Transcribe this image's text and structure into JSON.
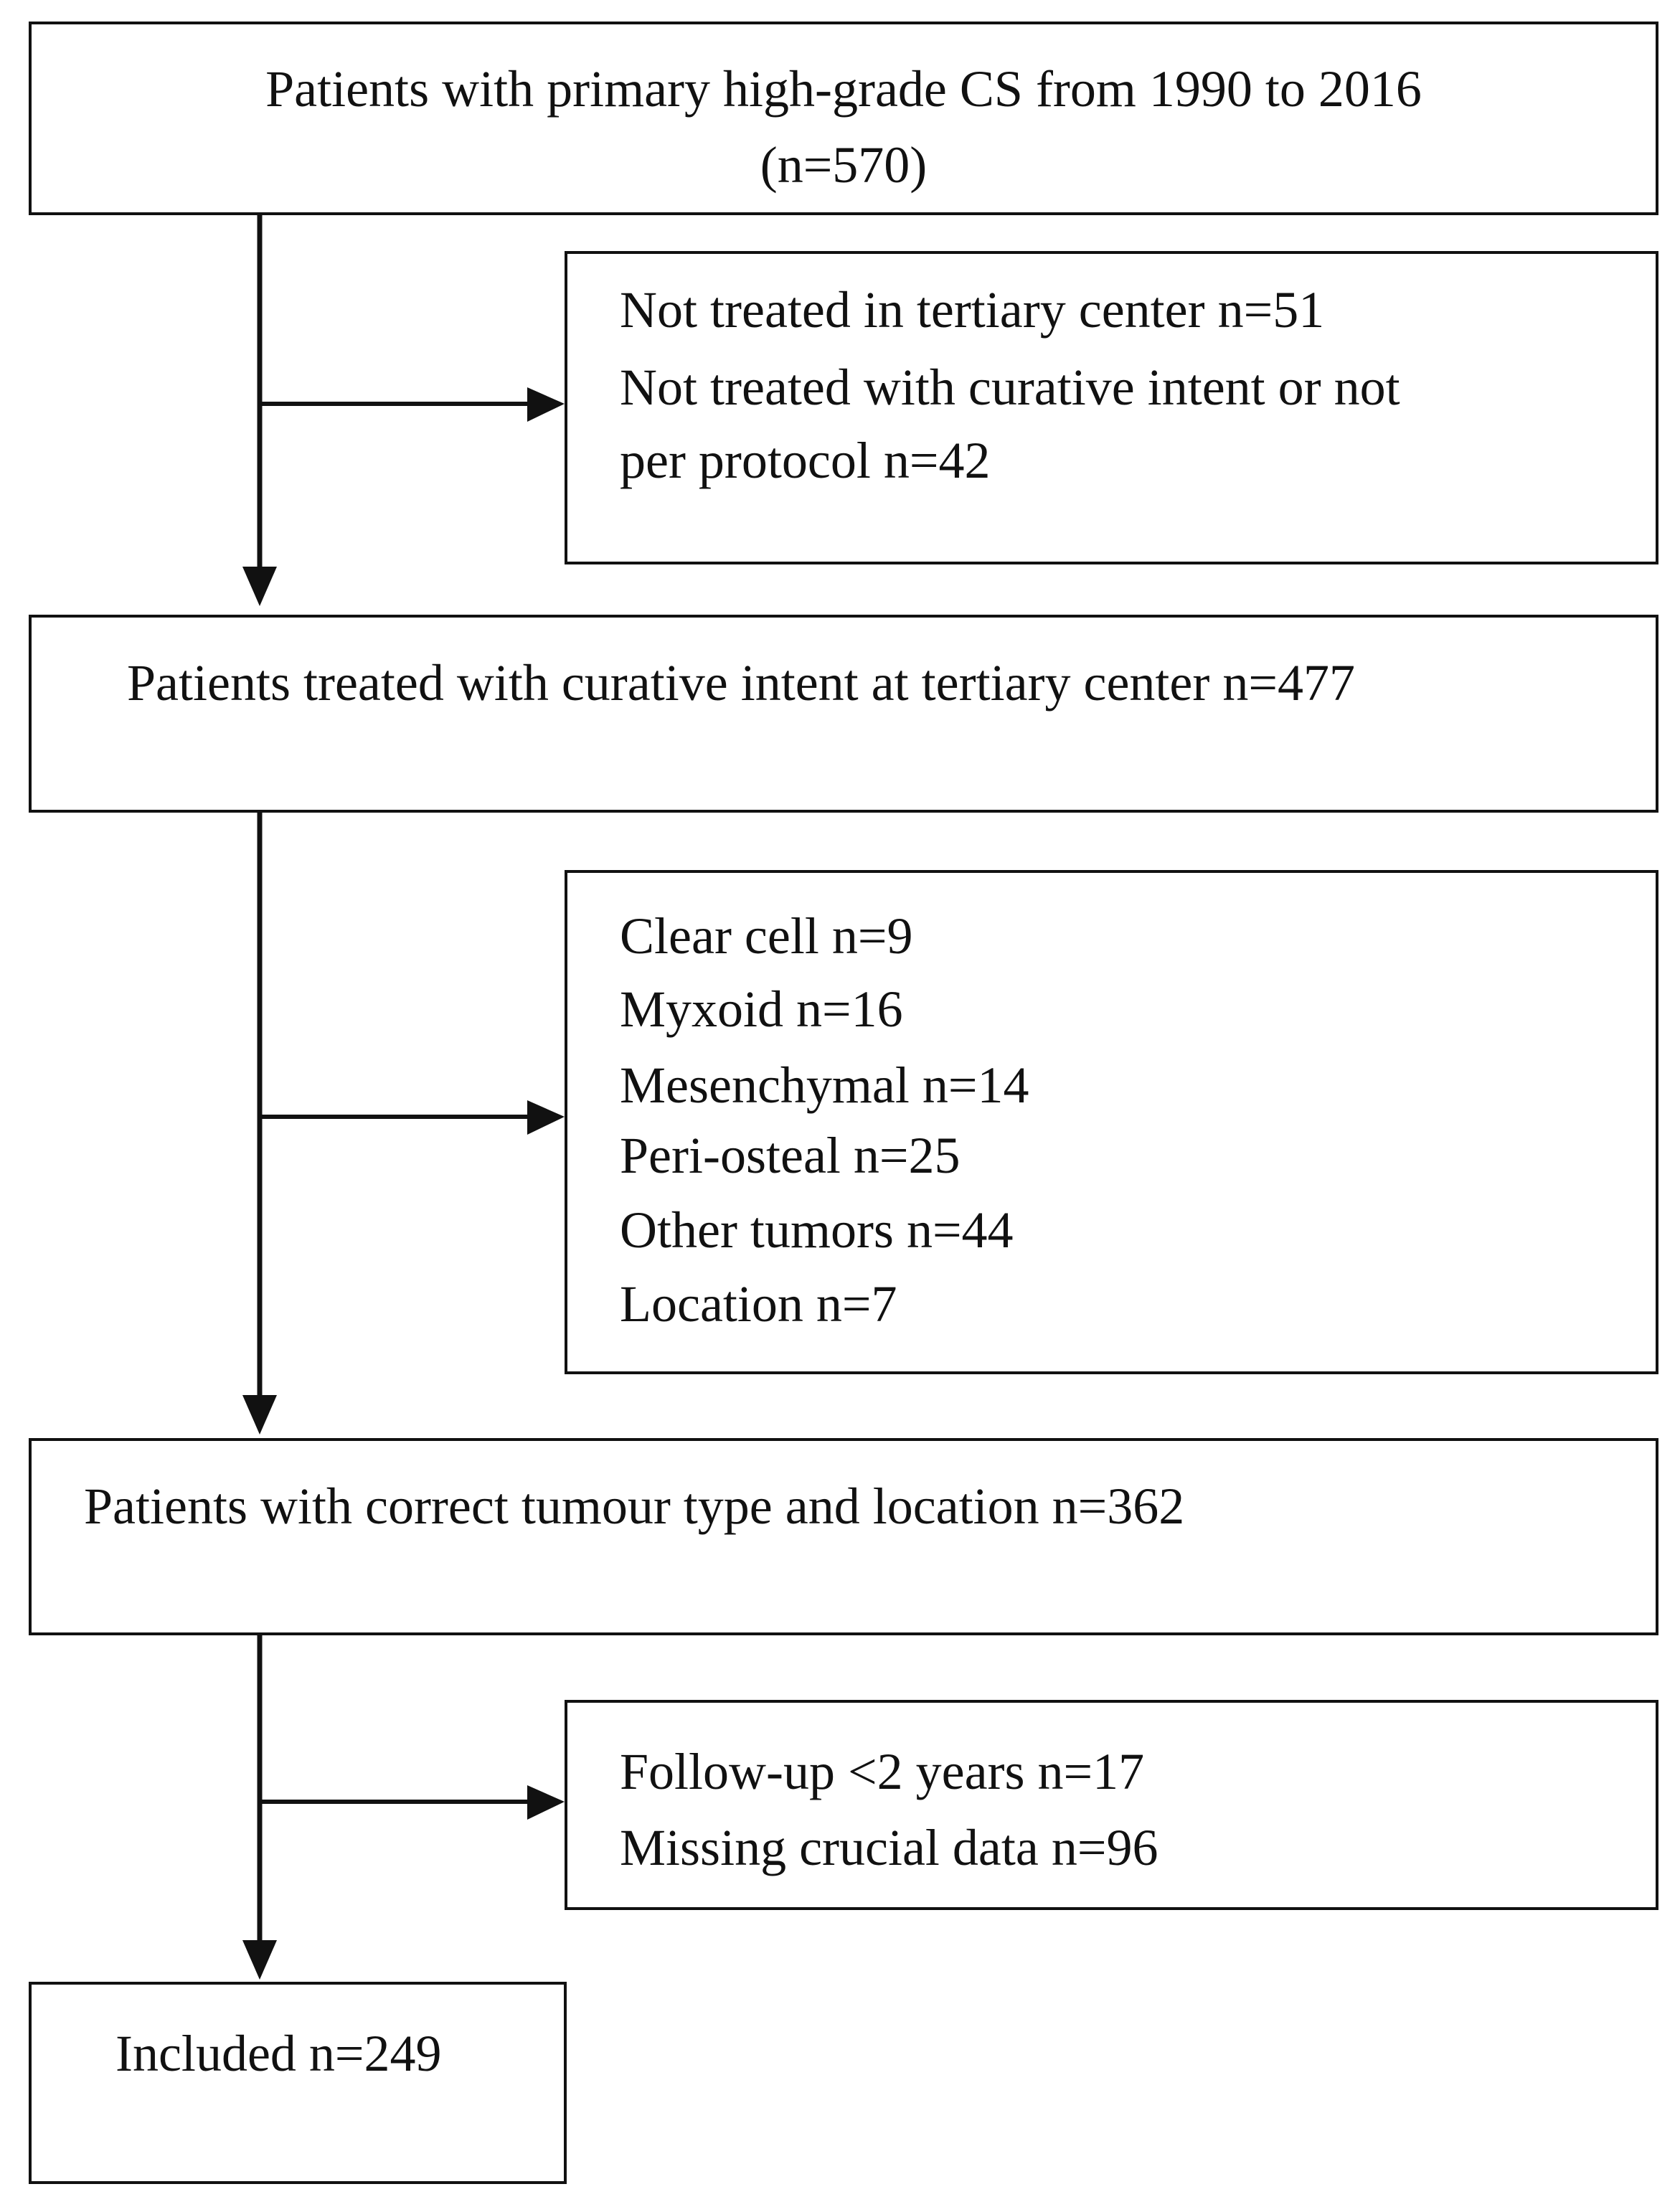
{
  "boxes": {
    "start": {
      "line1": "Patients with primary high-grade CS from 1990 to 2016",
      "line2": "(n=570)"
    },
    "exclusion1": {
      "line1": "Not treated in tertiary center n=51",
      "line2": "Not treated with curative intent or not",
      "line3": "per protocol n=42"
    },
    "step2": {
      "line1": "Patients treated with curative intent at tertiary center n=477"
    },
    "exclusion2": {
      "items": [
        "Clear cell n=9",
        "Myxoid n=16",
        "Mesenchymal n=14",
        "Peri-osteal n=25",
        "Other tumors n=44",
        "Location n=7"
      ]
    },
    "step3": {
      "line1": "Patients with correct tumour type and location n=362"
    },
    "exclusion3": {
      "line1": "Follow-up <2 years n=17",
      "line2": "Missing crucial data n=96"
    },
    "final": {
      "line1": "Included n=249"
    }
  }
}
